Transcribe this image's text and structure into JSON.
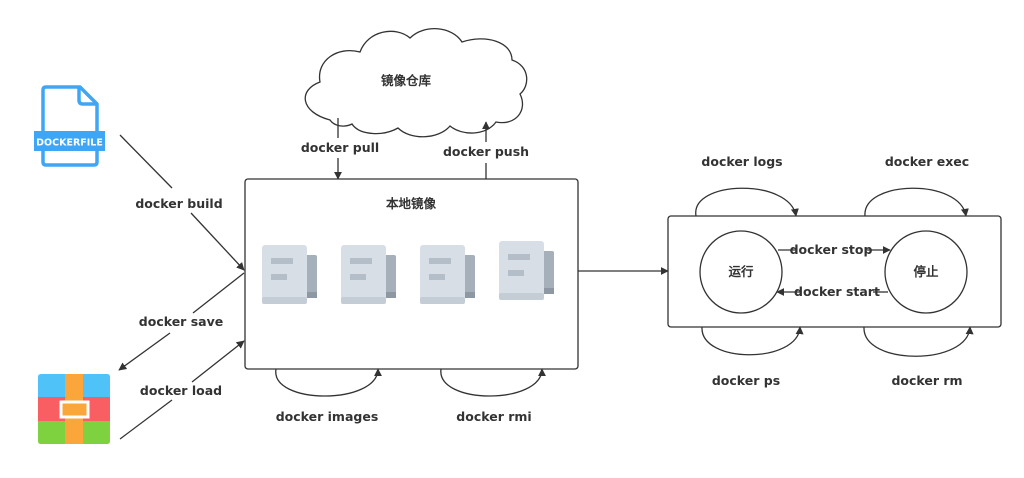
{
  "diagram": {
    "nodes": {
      "dockerfile": {
        "label": "DOCKERFILE",
        "icon": "dockerfile-file-icon",
        "color": "#3ea6f5"
      },
      "archive": {
        "icon": "archive-package-icon",
        "colors": {
          "top": "#4fc3f7",
          "middle": "#f95f62",
          "bottom": "#7ed13f",
          "ribbon": "#fba63a"
        }
      },
      "registry": {
        "label": "镜像仓库",
        "shape": "cloud"
      },
      "local_images": {
        "label": "本地镜像",
        "image_count": 4,
        "icon": "image-layer-icon"
      },
      "container_box": {
        "running": {
          "label": "运行"
        },
        "stopped": {
          "label": "停止"
        }
      }
    },
    "edges": {
      "build": "docker build",
      "save": "docker save",
      "load": "docker load",
      "pull": "docker pull",
      "push": "docker push",
      "images": "docker images",
      "rmi": "docker rmi",
      "logs": "docker logs",
      "exec": "docker exec",
      "stop": "docker stop",
      "start": "docker start",
      "ps": "docker ps",
      "rm": "docker rm"
    },
    "colors": {
      "line": "#333333",
      "image_front": "#d8dee6",
      "image_front_bottom": "#c4ccd6",
      "image_back": "#a6b0ba",
      "image_back_bottom": "#8e98a2",
      "image_stripe": "#b4bec9"
    }
  }
}
